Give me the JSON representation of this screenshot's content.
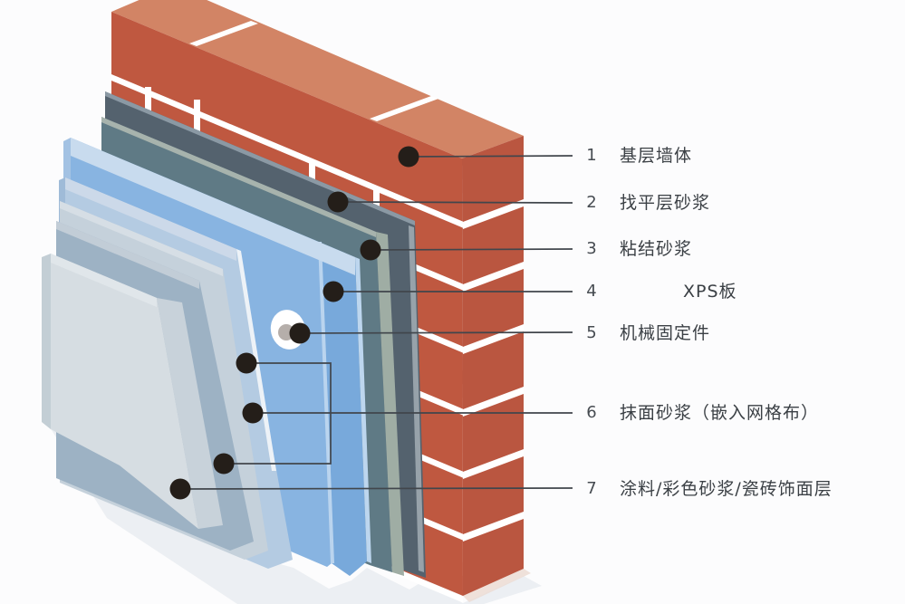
{
  "diagram": {
    "description": "XPS exterior wall insulation system layer diagram",
    "labels": [
      {
        "num": "1",
        "text": "基层墙体"
      },
      {
        "num": "2",
        "text": "找平层砂浆"
      },
      {
        "num": "3",
        "text": "粘结砂浆"
      },
      {
        "num": "4",
        "text": "XPS板"
      },
      {
        "num": "5",
        "text": "机械固定件"
      },
      {
        "num": "6",
        "text": "抹面砂浆（嵌入网格布）"
      },
      {
        "num": "7",
        "text": "涂料/彩色砂浆/瓷砖饰面层"
      }
    ],
    "colors": {
      "background": "#fcfcfd",
      "mortar_white": "#ffffff",
      "brick_top": "#d28465",
      "brick_front": "#bf5840",
      "brick_end": "#ba5640",
      "leveling_mortar": "#54626e",
      "bonding_mortar": "#5f7a85",
      "bonding_side": "#9fada4",
      "xps_face": "#78a9db",
      "xps_face_light": "#88b4e1",
      "xps_bevel": "#c8dbee",
      "coat_inner": "#b4cbe2",
      "coat_mesh": "#c5d1db",
      "coat_outer": "#9db2c4",
      "finish_panel": "#d6dde2",
      "finish_bevel": "#e0e6ea",
      "fastener_core": "#b5aeaa",
      "callout_dot": "#241e19",
      "callout_line": "#41464c",
      "label_text": "#3b4045",
      "ground_shadow": "#e7ebef"
    }
  }
}
